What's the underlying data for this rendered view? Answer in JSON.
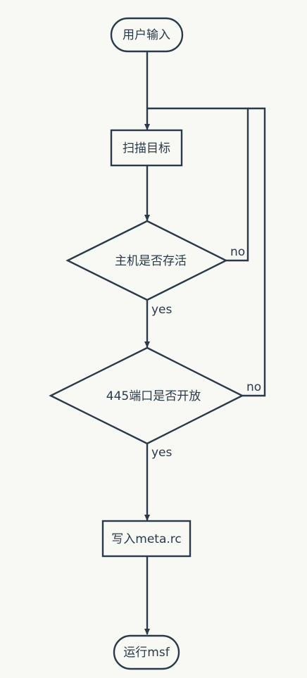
{
  "diagram": {
    "nodes": {
      "start": "用户输入",
      "scan": "扫描目标",
      "alive": "主机是否存活",
      "port": "445端口是否开放",
      "write": "写入meta.rc",
      "run": "运行msf"
    },
    "edge_labels": {
      "alive_no": "no",
      "alive_yes": "yes",
      "port_no": "no",
      "port_yes": "yes"
    },
    "colors": {
      "stroke": "#2b3a4a",
      "background": "#f8f8f5"
    }
  }
}
